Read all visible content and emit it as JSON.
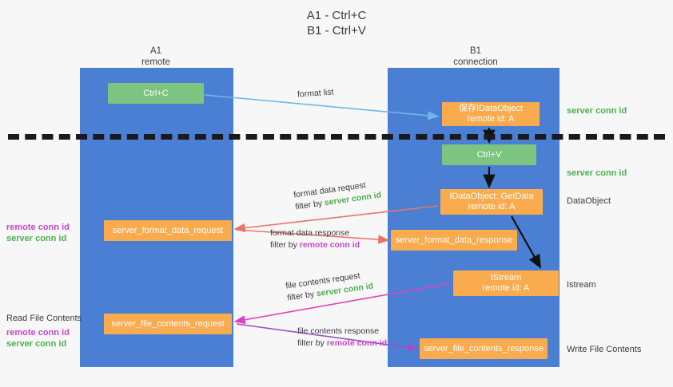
{
  "title": "A1 - Ctrl+C\nB1 - Ctrl+V",
  "lanes": [
    {
      "id": "a1",
      "header": "A1\nremote"
    },
    {
      "id": "b1",
      "header": "B1\nconnection"
    }
  ],
  "nodes": {
    "ctrl_c": "Ctrl+C",
    "save_idataobject": "保存IDataObject\nremote id: A",
    "ctrl_v": "Ctrl+V",
    "getdata": "IDataObject::GetData\nremote id: A",
    "istream": "IStream\nremote id: A",
    "server_format_data_request": "server_format_data_request",
    "server_format_data_response": "server_format_data_response",
    "server_file_contents_request": "server_file_contents_request",
    "server_file_contents_response": "server_file_contents_response"
  },
  "edges": {
    "format_list": "format list",
    "format_data_request": "format data request",
    "format_data_response": "format data response",
    "file_contents_request": "file contents request",
    "file_contents_response": "file contents response",
    "filter_by": "filter by ",
    "server_conn_id": "server conn id",
    "remote_conn_id": "remote conn id"
  },
  "annotations": {
    "server_conn_id": "server conn id",
    "remote_conn_id": "remote conn id",
    "dataobject": "DataObject",
    "istream": "Istream",
    "write_file_contents": "Write File Contents",
    "read_file_contents": "Read File Contents"
  },
  "colors": {
    "lane": "#4a7fd4",
    "node_green": "#7cc47f",
    "node_orange": "#f9ab4e",
    "server_conn_id": "#4caf50",
    "remote_conn_id": "#cc44cc",
    "arrow_blue": "#6fb7e8",
    "arrow_red": "#e8736a",
    "arrow_pink": "#e040c0",
    "arrow_purple": "#a04ec8",
    "arrow_black": "#111111",
    "separator": "#1a1a1a"
  }
}
